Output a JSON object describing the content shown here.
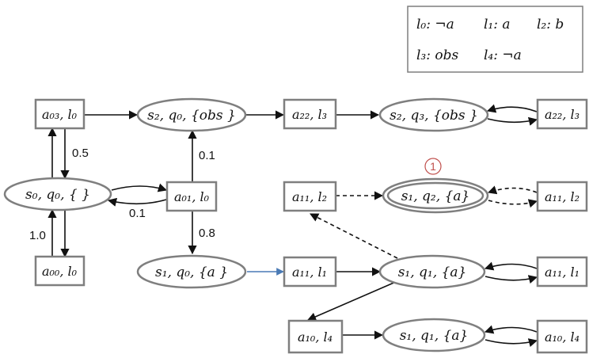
{
  "legend": {
    "items": [
      {
        "text": "l₀: ¬a"
      },
      {
        "text": "l₁: a"
      },
      {
        "text": "l₂: b"
      },
      {
        "text": "l₃: obs"
      },
      {
        "text": "l₄: ¬a"
      }
    ]
  },
  "nodes": {
    "a03_l0": "a₀₃, l₀",
    "s0_q0": "s₀, q₀, { }",
    "a00_l0": "a₀₀, l₀",
    "s2_q0_obs": "s₂, q₀, {obs }",
    "a01_l0": "a₀₁, l₀",
    "s1_q0_a": "s₁, q₀, {a }",
    "a22_l3_left": "a₂₂, l₃",
    "s2_q3_obs": "s₂, q₃, {obs }",
    "a22_l3_right": "a₂₂, l₃",
    "a11_l2_left": "a₁₁, l₂",
    "s1_q2_a": "s₁, q₂, {a}",
    "a11_l2_right": "a₁₁, l₂",
    "a11_l1_left": "a₁₁, l₁",
    "s1_q1_a_upper": "s₁, q₁, {a}",
    "a11_l1_right": "a₁₁, l₁",
    "a10_l4_left": "a₁₀, l₄",
    "s1_q1_a_lower": "s₁, q₁, {a}",
    "a10_l4_right": "a₁₀, l₄"
  },
  "edge_labels": {
    "p_a03_s0": "0.5",
    "p_a01_s0": "0.1",
    "p_a01_s2": "0.1",
    "p_a01_s1": "0.8",
    "p_a00_s0": "1.0"
  },
  "marker": {
    "text": "①",
    "color": "#c0504d"
  },
  "colors": {
    "node_stroke": "#7f7f7f",
    "edge": "#111111",
    "blue_edge": "#4a7ab5"
  }
}
